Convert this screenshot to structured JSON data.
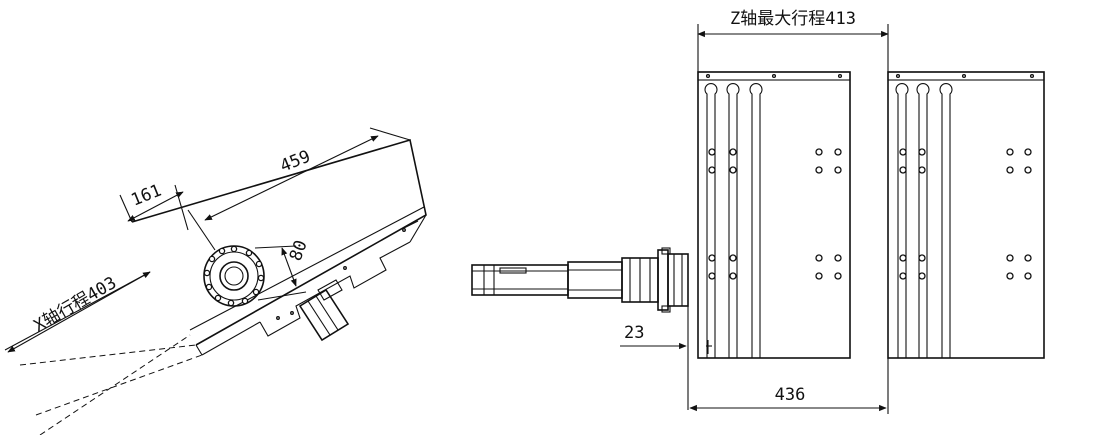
{
  "left_view": {
    "dim_459": "459",
    "dim_161": "161",
    "dim_80": "80",
    "x_axis_travel": "X轴行程403"
  },
  "right_view": {
    "z_axis_max_travel": "Z轴最大行程413",
    "dim_23": "23",
    "dim_436": "436"
  }
}
